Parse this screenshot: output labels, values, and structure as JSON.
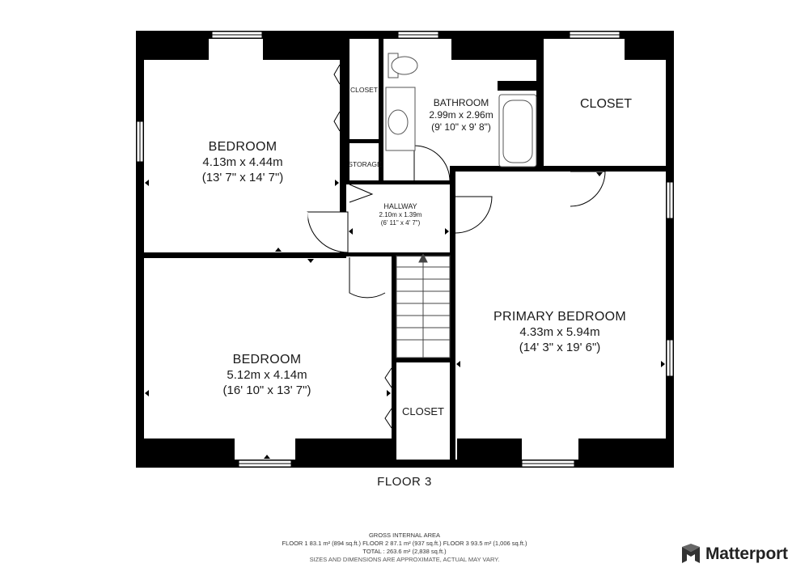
{
  "rooms": {
    "bedroom_nw": {
      "name": "BEDROOM",
      "dim_m": "4.13m x 4.44m",
      "dim_ft": "(13' 7\" x 14' 7\")"
    },
    "bedroom_sw": {
      "name": "BEDROOM",
      "dim_m": "5.12m x 4.14m",
      "dim_ft": "(16' 10\" x 13' 7\")"
    },
    "bathroom": {
      "name": "BATHROOM",
      "dim_m": "2.99m x 2.96m",
      "dim_ft": "(9' 10\" x 9' 8\")"
    },
    "hallway": {
      "name": "HALLWAY",
      "dim_m": "2.10m x 1.39m",
      "dim_ft": "(6' 11\" x 4' 7\")"
    },
    "primary_bedroom": {
      "name": "PRIMARY BEDROOM",
      "dim_m": "4.33m x 5.94m",
      "dim_ft": "(14' 3\" x 19' 6\")"
    },
    "closet_small": {
      "name": "CLOSET"
    },
    "storage": {
      "name": "STORAGE"
    },
    "closet_ne": {
      "name": "CLOSET"
    },
    "closet_center": {
      "name": "CLOSET"
    }
  },
  "floor_title": "FLOOR 3",
  "area_summary": {
    "heading": "GROSS INTERNAL AREA",
    "floors_line": "FLOOR 1 83.1 m² (894 sq.ft.)    FLOOR 2 87.1 m² (937 sq.ft.)    FLOOR 3 93.5 m² (1,006 sq.ft.)",
    "total_line": "TOTAL :  263.6 m² (2,838 sq.ft.)",
    "disclaimer": "SIZES AND DIMENSIONS ARE APPROXIMATE, ACTUAL MAY VARY."
  },
  "brand": {
    "name": "Matterport",
    "icon": "matterport-logo-icon"
  },
  "colors": {
    "wall": "#000000",
    "fixture": "#555555",
    "background": "#ffffff"
  }
}
